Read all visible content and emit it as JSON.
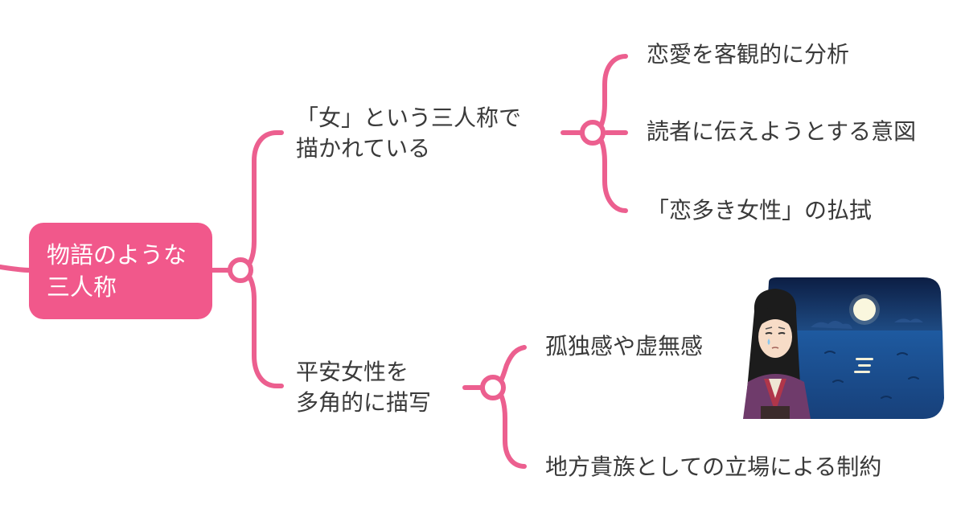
{
  "colors": {
    "connector": "#ec5f8f",
    "root_fill": "#f1588b",
    "text": "#3a3a3a",
    "root_text": "#ffffff"
  },
  "root": {
    "lines": [
      "物語のような",
      "三人称"
    ]
  },
  "branches": [
    {
      "lines": [
        "「女」という三人称で",
        "描かれている"
      ],
      "children": [
        "恋愛を客観的に分析",
        "読者に伝えようとする意図",
        "「恋多き女性」の払拭"
      ]
    },
    {
      "lines": [
        "平安女性を",
        "多角的に描写"
      ],
      "children": [
        "孤独感や虚無感",
        "地方貴族としての立場による制約"
      ]
    }
  ],
  "illustration": {
    "icon": "heian-woman-moonlit-sea-illustration"
  }
}
